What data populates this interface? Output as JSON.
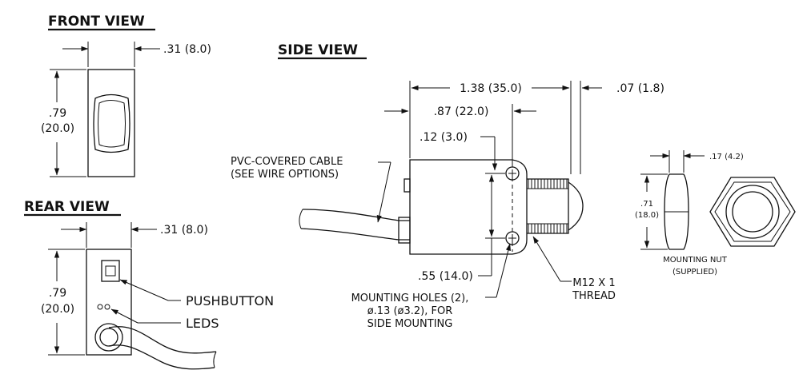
{
  "titles": {
    "front_view": "FRONT VIEW",
    "side_view": "SIDE VIEW",
    "rear_view": "REAR VIEW"
  },
  "front_view": {
    "width_dim": ".31  (8.0)",
    "height_dim_in": ".79",
    "height_dim_mm": "(20.0)"
  },
  "rear_view": {
    "width_dim": ".31  (8.0)",
    "height_dim_in": ".79",
    "height_dim_mm": "(20.0)",
    "pushbutton_label": "PUSHBUTTON",
    "leds_label": "LEDS"
  },
  "side_view": {
    "overall_length_dim": "1.38 (35.0)",
    "body_length_dim": ".87 (22.0)",
    "hole_offset_dim": ".12 (3.0)",
    "lens_dim": ".07 (1.8)",
    "hole_spacing_dim": ".55 (14.0)",
    "cable_label_line1": "PVC-COVERED CABLE",
    "cable_label_line2": "(SEE WIRE OPTIONS)",
    "holes_label_line1": "MOUNTING HOLES (2),",
    "holes_label_line2": "ø.13 (ø3.2), FOR",
    "holes_label_line3": "SIDE MOUNTING",
    "thread_label_line1": "M12 X 1",
    "thread_label_line2": "THREAD"
  },
  "nut": {
    "thickness_dim": ".17 (4.2)",
    "height_dim_in": ".71",
    "height_dim_mm": "(18.0)",
    "label_line1": "MOUNTING NUT",
    "label_line2": "(SUPPLIED)"
  },
  "colors": {
    "line": "#111111",
    "background": "#ffffff"
  }
}
